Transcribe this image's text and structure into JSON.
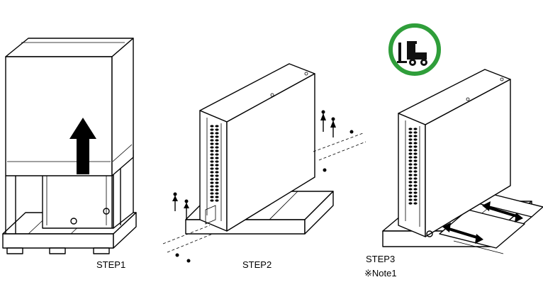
{
  "steps": [
    {
      "label": "STEP1"
    },
    {
      "label": "STEP2"
    },
    {
      "label": "STEP3",
      "note": "※Note1"
    }
  ],
  "icons": {
    "forklift": "forklift-icon",
    "badge_color": "#2f9e3a"
  }
}
